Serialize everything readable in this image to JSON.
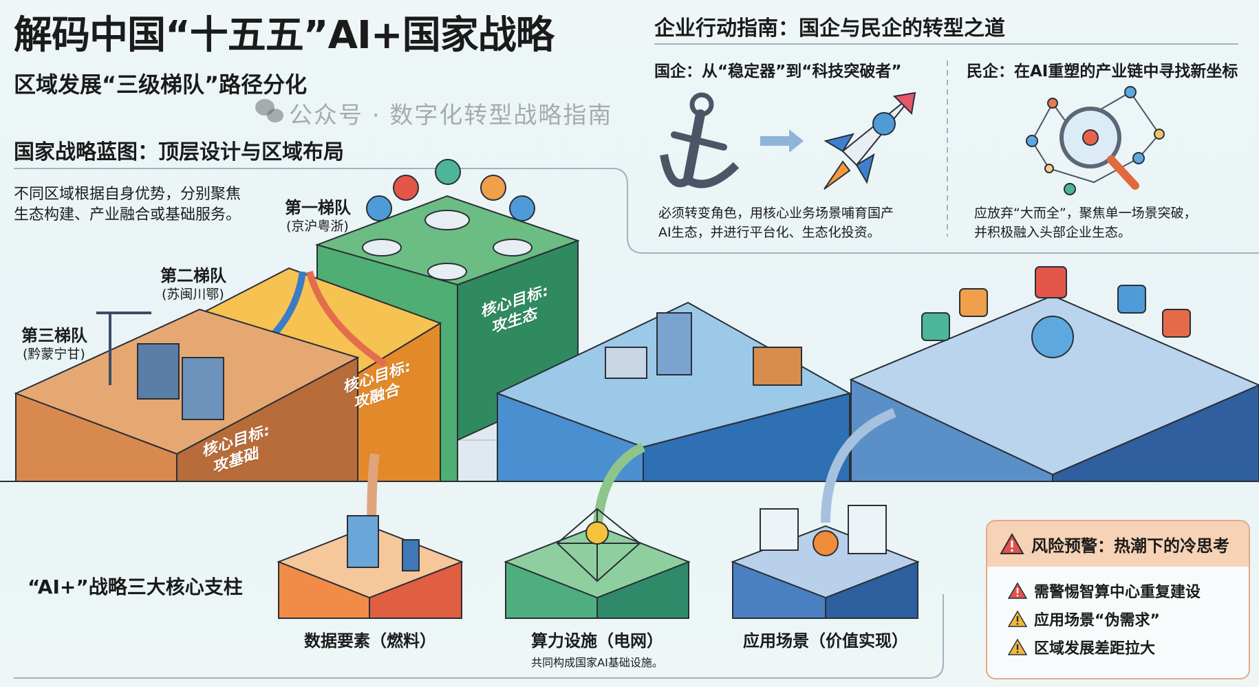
{
  "header": {
    "title": "解码中国“十五五”AI+国家战略",
    "subtitle": "区域发展“三级梯队”路径分化"
  },
  "blueprint": {
    "heading": "国家战略蓝图：顶层设计与区域布局",
    "description": [
      "不同区域根据自身优势，分别聚焦",
      "生态构建、产业融合或基础服务。"
    ],
    "tiers": [
      {
        "name": "第一梯队",
        "regions": "(京沪粤浙)",
        "goal_label": "核心目标:",
        "goal": "攻生态",
        "color": "#3f9a6a"
      },
      {
        "name": "第二梯队",
        "regions": "(苏闽川鄂)",
        "goal_label": "核心目标:",
        "goal": "攻融合",
        "color": "#e8962e"
      },
      {
        "name": "第三梯队",
        "regions": "(黔蒙宁甘)",
        "goal_label": "核心目标:",
        "goal": "攻基础",
        "color": "#c07a45"
      }
    ]
  },
  "enterprise": {
    "heading": "企业行动指南：国企与民企的转型之道",
    "soe": {
      "title": "国企：从“稳定器”到“科技突破者”",
      "text": [
        "必须转变角色，用核心业务场景哺育国产",
        "AI生态，并进行平台化、生态化投资。"
      ],
      "icons": [
        "anchor-icon",
        "arrow-right-icon",
        "rocket-icon"
      ]
    },
    "private": {
      "title": "民企：在AI重塑的产业链中寻找新坐标",
      "text": [
        "应放弃“大而全”，聚焦单一场景突破，",
        "并积极融入头部企业生态。"
      ],
      "icons": [
        "network-magnifier-icon"
      ]
    }
  },
  "pillars": {
    "heading": "“AI+”战略三大核心支柱",
    "items": [
      {
        "label": "数据要素（燃料）",
        "color": "#ee8a45"
      },
      {
        "label": "算力设施（电网）",
        "color": "#3f9a70"
      },
      {
        "label": "应用场景（价值实现）",
        "color": "#3f73b8"
      }
    ],
    "caption": "共同构成国家AI基础设施。"
  },
  "risk": {
    "title": "风险预警：热潮下的冷思考",
    "items": [
      {
        "text": "需警惕智算中心重复建设",
        "level": "high",
        "color": "#e0524a"
      },
      {
        "text": "应用场景“伪需求”",
        "level": "medium",
        "color": "#f2b63c"
      },
      {
        "text": "区域发展差距拉大",
        "level": "medium",
        "color": "#f2b63c"
      }
    ]
  },
  "watermark": {
    "text": "公众号 · 数字化转型战略指南"
  }
}
